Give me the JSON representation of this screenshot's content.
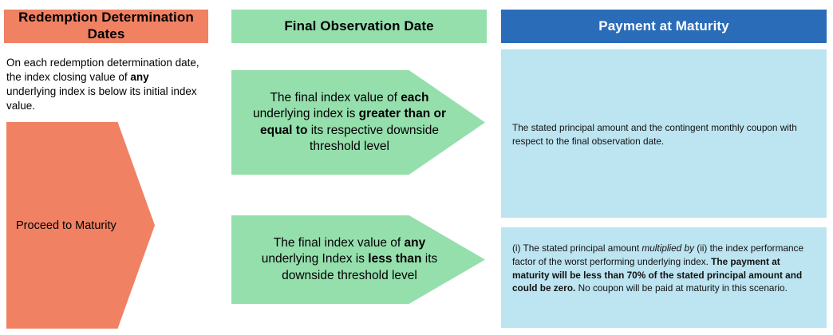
{
  "columns": {
    "redemption": {
      "header": "Redemption Determination Dates",
      "description_prefix": "On each redemption determination date, the index closing value of ",
      "description_bold": "any",
      "description_suffix": " underlying index is below its initial index value.",
      "arrow_label": "Proceed to Maturity",
      "color": "#F08163"
    },
    "observation": {
      "header": "Final Observation Date",
      "color": "#95DFAD",
      "conditions": [
        {
          "id": "greater-or-equal",
          "part1": "The final index value of ",
          "bold1": "each",
          "part2": " underlying index is ",
          "bold2": "greater than or equal to",
          "part3": " its respective downside threshold level"
        },
        {
          "id": "less-than",
          "part1": "The final index value of ",
          "bold1": "any",
          "part2": " underlying Index is ",
          "bold2": "less than",
          "part3": " its downside threshold level"
        }
      ]
    },
    "payment": {
      "header": "Payment at Maturity",
      "header_color": "#2A6CB8",
      "panel_color": "#BCE4F1",
      "outcomes": [
        {
          "id": "full-principal-plus-coupon",
          "text": "The stated principal amount and the contingent monthly coupon with respect to the final observation date."
        },
        {
          "id": "principal-times-performance-factor",
          "part1": "(i) The stated principal amount ",
          "italic1": "multiplied by",
          "part2": " (ii) the index performance factor of the worst performing underlying index. ",
          "bold1": "The payment at maturity will be less than 70% of the stated principal amount and could be zero.",
          "part3": " No coupon will be paid at maturity in this scenario."
        }
      ]
    }
  }
}
